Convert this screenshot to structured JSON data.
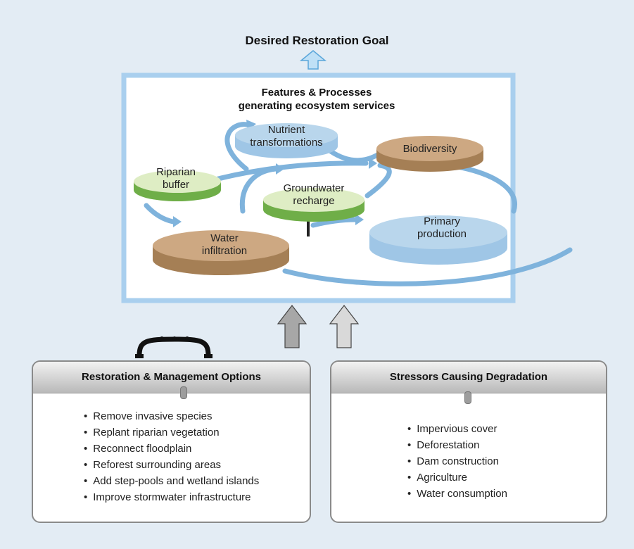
{
  "goal": {
    "title": "Desired Restoration Goal"
  },
  "panel": {
    "heading_line1": "Features & Processes",
    "heading_line2": "generating ecosystem services"
  },
  "nodes": {
    "nutrient": {
      "line1": "Nutrient",
      "line2": "transformations",
      "color": "#b9d6ec"
    },
    "biodiversity": {
      "line1": "Biodiversity",
      "color": "#cda882"
    },
    "riparian": {
      "line1": "Riparian",
      "line2": "buffer",
      "color": "#deedc4"
    },
    "groundwater": {
      "line1": "Groundwater",
      "line2": "recharge",
      "color": "#deedc4"
    },
    "water_infiltration": {
      "line1": "Water",
      "line2": "infiltration",
      "color": "#cda882"
    },
    "primary_production": {
      "line1": "Primary",
      "line2": "production",
      "color": "#b9d6ec"
    }
  },
  "colors": {
    "flow_arrow": "#7fb3dc",
    "background": "#e3ecf4",
    "goal_arrow": "#bfe0f6"
  },
  "restoration": {
    "title": "Restoration & Management Options",
    "items": [
      "Remove invasive species",
      "Replant riparian vegetation",
      "Reconnect floodplain",
      "Reforest surrounding areas",
      "Add step-pools and wetland islands",
      "Improve stormwater infrastructure"
    ]
  },
  "stressors": {
    "title": "Stressors Causing Degradation",
    "items": [
      "Impervious cover",
      "Deforestation",
      "Dam construction",
      "Agriculture",
      "Water consumption"
    ]
  }
}
